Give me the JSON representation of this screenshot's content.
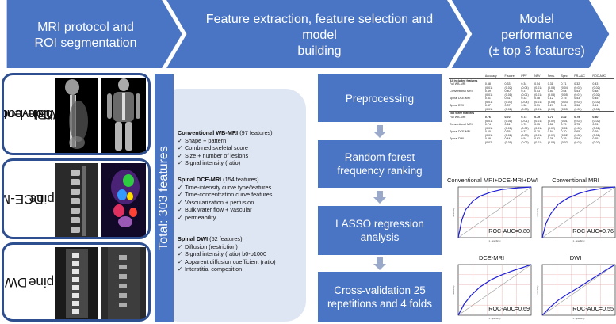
{
  "header": {
    "steps": [
      {
        "label_line1": "MRI protocol and",
        "label_line2": "ROI segmentation"
      },
      {
        "label_line1": "Feature extraction, feature selection and model",
        "label_line2": "building"
      },
      {
        "label_line1": "Model",
        "label_line2": "performance",
        "label_line3": "(± top 3 features)"
      }
    ],
    "color": "#4a75c4"
  },
  "image_panels": [
    {
      "label_line1": "Conventional",
      "label_line2": "Whole-body",
      "label_line3": "MRI"
    },
    {
      "label_line1": "DCE-MRI",
      "label_line2": "Spine"
    },
    {
      "label_line1": "DWI",
      "label_line2": "Spine"
    }
  ],
  "features": {
    "total_label": "Total: 303 features",
    "sections": [
      {
        "title": "Conventional WB-MRI",
        "count": " (97 features)",
        "items": [
          "Shape + pattern",
          "Combined skeletal score",
          "Size + number of lesions",
          "Signal intensity (ratio)"
        ]
      },
      {
        "title": "Spinal DCE-MRI",
        "count": " (154 features)",
        "items": [
          "Time-intensity curve type/features",
          "Time-concentration curve features",
          "Vascularization + perfusion",
          "Bulk water flow + vascular",
          "permeability"
        ]
      },
      {
        "title": "Spinal DWI",
        "count": " (52 features)",
        "items": [
          "Diffusion (restriction)",
          "Signal intensity (ratio) b0-b1000",
          "Apparent diffusion coefficient (ratio)",
          "Interstitial composition"
        ]
      }
    ]
  },
  "pipeline": [
    {
      "line1": "Preprocessing"
    },
    {
      "line1": "Random forest",
      "line2": "frequency ranking"
    },
    {
      "line1": "LASSO regression",
      "line2": "analysis"
    },
    {
      "line1": "Cross-validation 25",
      "line2": "repetitions and 4 folds"
    }
  ],
  "table": {
    "columns": [
      "",
      "Accuracy",
      "F-score",
      "PPV",
      "NPV",
      "Sens.",
      "Spec.",
      "PR-AUC",
      "ROC-AUC"
    ],
    "groups": [
      {
        "title": "All included features",
        "rows": [
          {
            "name": "Full WB-MRI",
            "vals": [
              "0.58",
              "0.33",
              "0.34",
              "0.54",
              "0.31",
              "0.71",
              "0.32",
              "0.43"
            ],
            "sd": [
              "(0.01)",
              "(0.02)",
              "(0.04)",
              "(0.01)",
              "(0.03)",
              "(0.04)",
              "(0.02)",
              "(0.02)"
            ]
          },
          {
            "name": "Conventional MRI",
            "vals": [
              "0.49",
              "0.40",
              "0.37",
              "0.53",
              "0.50",
              "0.64",
              "0.53",
              "0.48"
            ],
            "sd": [
              "(0.01)",
              "(0.01)",
              "(0.01)",
              "(0.01)",
              "(0.03)",
              "(0.05)",
              "(0.01)",
              "(0.02)"
            ]
          },
          {
            "name": "Spinal DCE-MRI",
            "vals": [
              "0.51",
              "0.31",
              "0.33",
              "0.58",
              "0.12",
              "0.75",
              "0.53",
              "0.45"
            ],
            "sd": [
              "(0.01)",
              "(0.03)",
              "(0.04)",
              "(0.01)",
              "(0.03)",
              "(0.03)",
              "(0.02)",
              "(0.02)"
            ]
          },
          {
            "name": "Spinal DWI",
            "vals": [
              "0.47",
              "0.37",
              "0.36",
              "0.51",
              "0.29",
              "0.61",
              "0.36",
              "0.41"
            ],
            "sd": [
              "(0.01)",
              "(0.02)",
              "(0.03)",
              "(0.01)",
              "(0.03)",
              "(0.05)",
              "(0.02)",
              "(0.02)"
            ]
          }
        ]
      },
      {
        "title": "Top three features",
        "rows": [
          {
            "name": "Full WB-MRI",
            "vals": [
              "0.76",
              "0.70",
              "0.73",
              "0.79",
              "0.70",
              "0.82",
              "0.79",
              "0.80"
            ],
            "sd": [
              "(0.01)",
              "(0.01)",
              "(0.01)",
              "(0.01)",
              "(0.02)",
              "(0.01)",
              "(0.02)",
              "(0.02)"
            ]
          },
          {
            "name": "Conventional MRI",
            "vals": [
              "0.74",
              "0.61",
              "0.70",
              "0.75",
              "0.58",
              "0.79",
              "0.75",
              "0.76"
            ],
            "sd": [
              "(0.01)",
              "(0.01)",
              "(0.02)",
              "(0.01)",
              "(0.02)",
              "(0.01)",
              "(0.02)",
              "(0.02)"
            ]
          },
          {
            "name": "Spinal DCE-MRI",
            "vals": [
              "0.60",
              "0.35",
              "0.37",
              "0.70",
              "0.54",
              "0.70",
              "0.65",
              "0.69"
            ],
            "sd": [
              "(0.01)",
              "(0.02)",
              "(0.03)",
              "(0.01)",
              "(0.02)",
              "(0.02)",
              "(0.02)",
              "(0.02)"
            ]
          },
          {
            "name": "Spinal DWI",
            "vals": [
              "0.59",
              "0.44",
              "0.54",
              "0.62",
              "0.38",
              "0.76",
              "0.54",
              "0.55"
            ],
            "sd": [
              "(0.02)",
              "(0.01)",
              "(0.03)",
              "(0.01)",
              "(0.03)",
              "(0.02)",
              "(0.02)",
              "(0.02)"
            ]
          }
        ]
      }
    ]
  },
  "roc_panels": [
    {
      "title": "Conventional MRI+DCE-MRI+DWI",
      "auc_label": "ROC-AUC=0.80",
      "xlabel": "1 - specificity",
      "ylabel": "sensitivity"
    },
    {
      "title": "Conventional MRI",
      "auc_label": "ROC-AUC=0.76",
      "xlabel": "1 - specificity",
      "ylabel": "sensitivity"
    },
    {
      "title": "DCE-MRI",
      "auc_label": "ROC-AUC=0.69",
      "xlabel": "1 - specificity",
      "ylabel": "sensitivity"
    },
    {
      "title": "DWI",
      "auc_label": "ROC-AUC=0.55",
      "xlabel": "1 - specificity",
      "ylabel": "sensitivity"
    }
  ],
  "chart_data": [
    {
      "type": "line",
      "title": "Conventional MRI+DCE-MRI+DWI",
      "annotation": "ROC-AUC=0.80",
      "xlabel": "1 - specificity",
      "ylabel": "sensitivity",
      "xlim": [
        0,
        1
      ],
      "ylim": [
        0,
        1
      ],
      "series": [
        {
          "x": [
            0,
            0.05,
            0.1,
            0.2,
            0.3,
            0.45,
            0.6,
            0.8,
            1
          ],
          "y": [
            0,
            0.35,
            0.55,
            0.72,
            0.82,
            0.9,
            0.95,
            0.98,
            1
          ]
        }
      ]
    },
    {
      "type": "line",
      "title": "Conventional MRI",
      "annotation": "ROC-AUC=0.76",
      "xlabel": "1 - specificity",
      "ylabel": "sensitivity",
      "xlim": [
        0,
        1
      ],
      "ylim": [
        0,
        1
      ],
      "series": [
        {
          "x": [
            0,
            0.05,
            0.12,
            0.22,
            0.35,
            0.5,
            0.65,
            0.85,
            1
          ],
          "y": [
            0,
            0.28,
            0.48,
            0.66,
            0.78,
            0.87,
            0.93,
            0.98,
            1
          ]
        }
      ]
    },
    {
      "type": "line",
      "title": "DCE-MRI",
      "annotation": "ROC-AUC=0.69",
      "xlabel": "1 - specificity",
      "ylabel": "sensitivity",
      "xlim": [
        0,
        1
      ],
      "ylim": [
        0,
        1
      ],
      "series": [
        {
          "x": [
            0,
            0.08,
            0.18,
            0.3,
            0.45,
            0.6,
            0.75,
            0.9,
            1
          ],
          "y": [
            0,
            0.22,
            0.4,
            0.56,
            0.7,
            0.8,
            0.88,
            0.95,
            1
          ]
        }
      ]
    },
    {
      "type": "line",
      "title": "DWI",
      "annotation": "ROC-AUC=0.55",
      "xlabel": "1 - specificity",
      "ylabel": "sensitivity",
      "xlim": [
        0,
        1
      ],
      "ylim": [
        0,
        1
      ],
      "series": [
        {
          "x": [
            0,
            0.1,
            0.22,
            0.35,
            0.5,
            0.62,
            0.75,
            0.88,
            1
          ],
          "y": [
            0,
            0.15,
            0.3,
            0.42,
            0.55,
            0.66,
            0.78,
            0.9,
            1
          ]
        }
      ]
    }
  ]
}
